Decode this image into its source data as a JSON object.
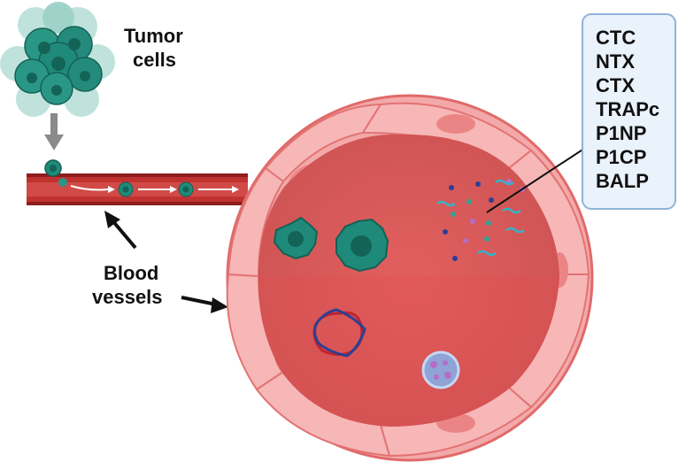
{
  "labels": {
    "tumor_line1": "Tumor",
    "tumor_line2": "cells",
    "blood_line1": "Blood",
    "blood_line2": "vessels"
  },
  "biomarkers": [
    "CTC",
    "NTX",
    "CTX",
    "TRAPc",
    "P1NP",
    "P1CP",
    "BALP"
  ],
  "colors": {
    "vessel_wall": "#f2a6a6",
    "vessel_wall_dark": "#e36a6a",
    "lumen": "#d85a5a",
    "tumor_cell": "#1f8a7a",
    "tumor_cell_dark": "#146357",
    "box_fill": "#eaf2fb",
    "box_stroke": "#8fb3d9"
  }
}
